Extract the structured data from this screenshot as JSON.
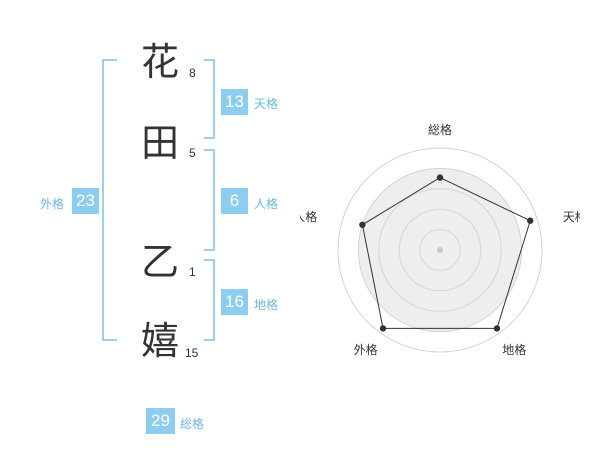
{
  "name": {
    "chars": [
      {
        "char": "花",
        "strokes": "8"
      },
      {
        "char": "田",
        "strokes": "5"
      },
      {
        "char": "乙",
        "strokes": "1"
      },
      {
        "char": "嬉",
        "strokes": "15"
      }
    ]
  },
  "kakusu": {
    "tenkaku": {
      "value": "13",
      "label": "天格"
    },
    "jinkaku": {
      "value": "6",
      "label": "人格"
    },
    "chikaku": {
      "value": "16",
      "label": "地格"
    },
    "gaikaku": {
      "value": "23",
      "label": "外格"
    },
    "soukaku": {
      "value": "29",
      "label": "総格"
    }
  },
  "colors": {
    "accent": "#8ccdf0",
    "bracket": "#7cc4ec",
    "text": "#333333",
    "label": "#6ab8e3"
  },
  "chart_data": {
    "type": "radar",
    "axes": [
      "総格",
      "天格",
      "地格",
      "外格",
      "人格"
    ],
    "values": [
      0.71,
      0.93,
      0.95,
      0.95,
      0.8
    ],
    "rmax": 1,
    "rings": 5,
    "grid": true
  }
}
